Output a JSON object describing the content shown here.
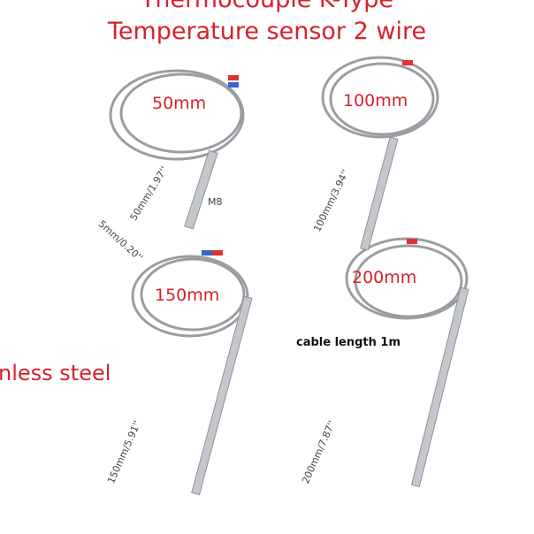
{
  "title": {
    "line1": "Thermocouple K-Type",
    "line2": "Temperature sensor 2 wire"
  },
  "probes": [
    {
      "size": "50mm",
      "dimension": "50mm/1.97''",
      "diameter": "5mm/0.20''",
      "thread": "M8"
    },
    {
      "size": "100mm",
      "dimension": "100mm/3.94''"
    },
    {
      "size": "150mm",
      "dimension": "150mm/5.91''"
    },
    {
      "size": "200mm",
      "dimension": "200mm/7.87''",
      "cable_note": "cable length 1m"
    }
  ],
  "material_text": "nless steel",
  "colors": {
    "text_red": "#d8212a",
    "cable": "#9a9ea3",
    "probe": "#c4c8cc"
  }
}
